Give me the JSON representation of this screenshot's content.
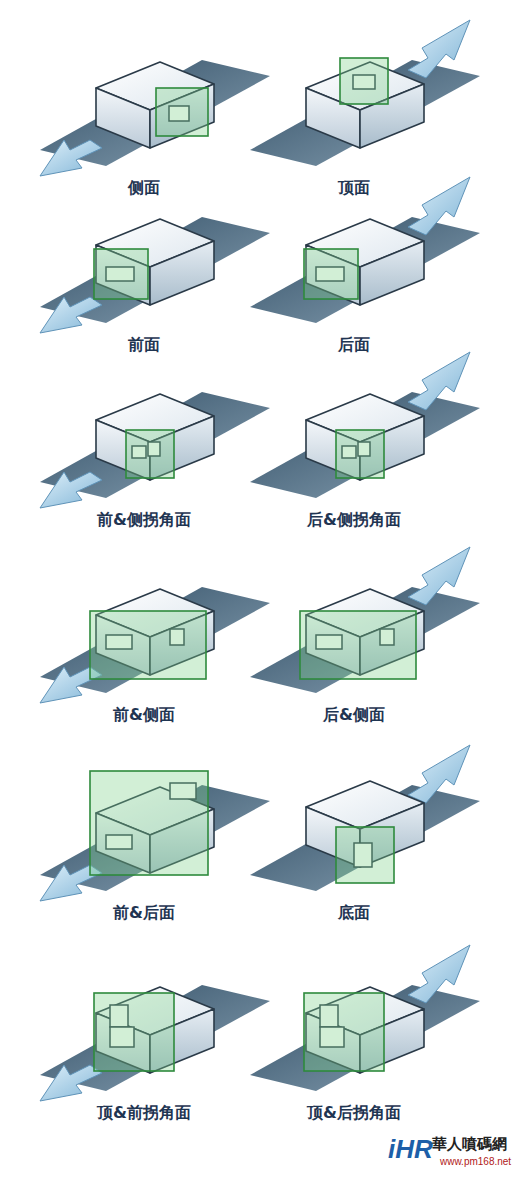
{
  "diagram": {
    "labels": [
      "侧面",
      "顶面",
      "前面",
      "后面",
      "前&侧拐角面",
      "后&侧拐角面",
      "前&侧面",
      "后&侧面",
      "前&后面",
      "底面",
      "顶&前拐角面",
      "顶&后拐角面",
      "iHR",
      "華人噴碼網",
      "www.pm168.net"
    ]
  }
}
